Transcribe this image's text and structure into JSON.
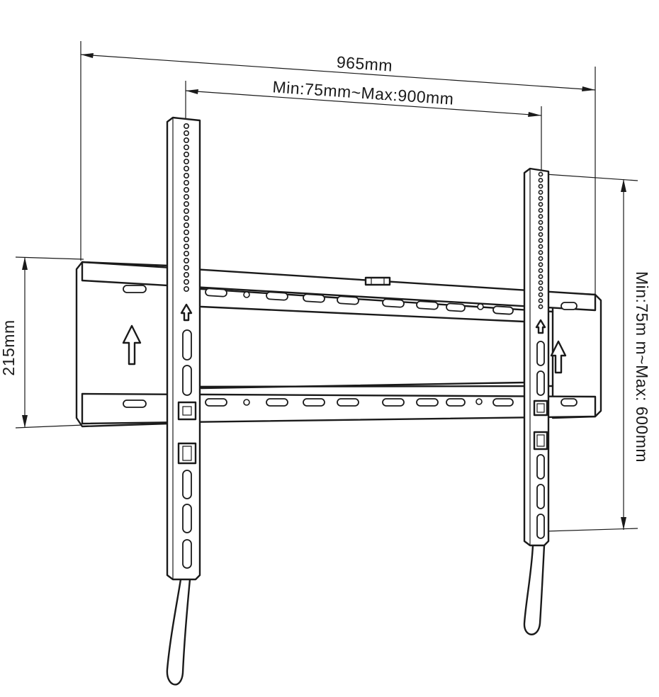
{
  "dimensions": {
    "overall_width": "965mm",
    "vesa_horizontal": "Min:75mm~Max:900mm",
    "plate_height": "215mm",
    "vesa_vertical": "Min:75m m~Max: 600mm"
  },
  "colors": {
    "line": "#1a1a1a",
    "background": "#ffffff"
  },
  "icons": {
    "mount_arrow": "up-arrow-icon",
    "safety_lock": "lock-latch-icon"
  }
}
